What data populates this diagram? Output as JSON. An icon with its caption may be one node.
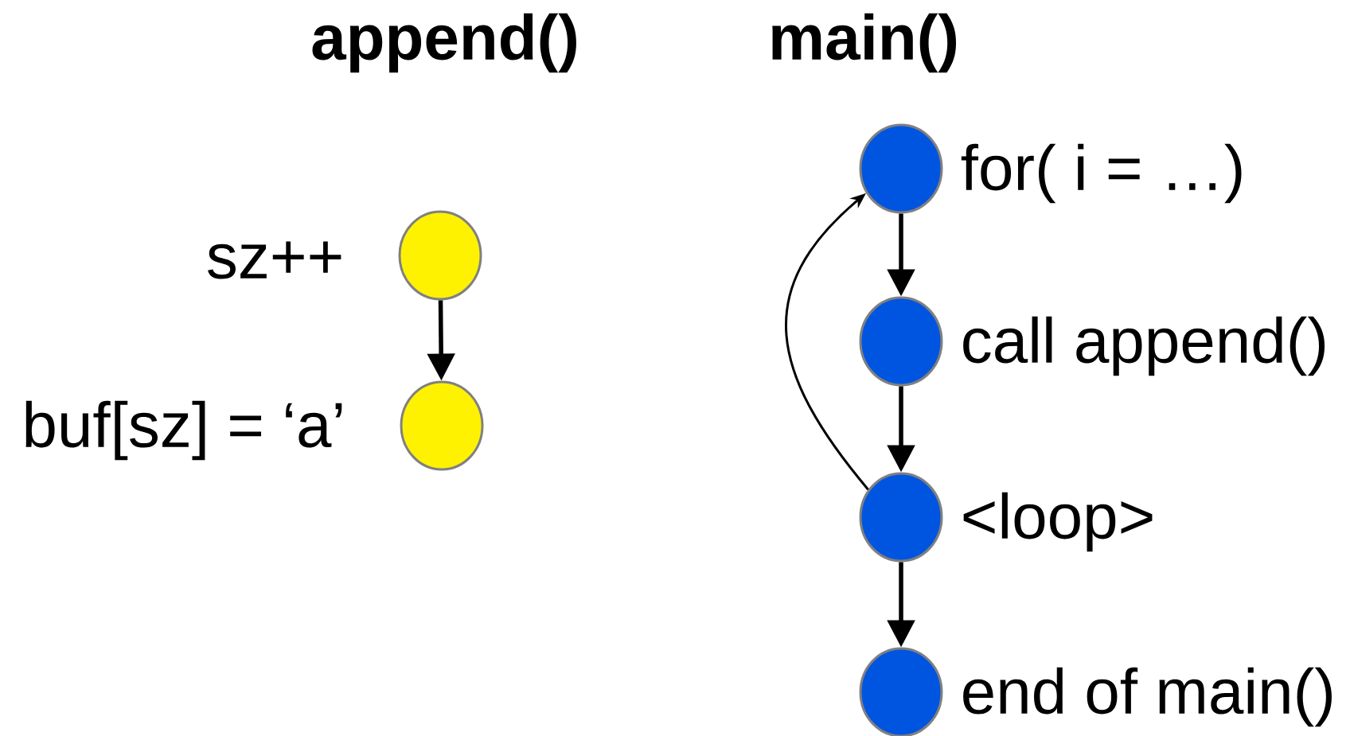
{
  "diagram": {
    "nodes": [
      {
        "text": [],
        "shape": "circle",
        "beside": [
          "sz++"
        ]
      },
      {
        "text": [],
        "shape": "circle",
        "beside": [
          "buf[sz] = ‘a’"
        ]
      },
      {
        "text": [],
        "shape": "circle",
        "beside": [
          "for( i = …)"
        ]
      },
      {
        "text": [],
        "shape": "circle",
        "beside": [
          "call append()"
        ]
      },
      {
        "text": [],
        "shape": "circle",
        "beside": [
          "<loop>"
        ]
      },
      {
        "text": [],
        "shape": "circle",
        "beside": [
          "end of main()"
        ]
      }
    ],
    "edges": [
      {
        "from": 0,
        "to": 1,
        "arrow": "to"
      },
      {
        "from": 2,
        "to": 3,
        "arrow": "to"
      },
      {
        "from": 3,
        "to": 4,
        "arrow": "to"
      },
      {
        "from": 4,
        "to": 2,
        "arrow": "to"
      },
      {
        "from": 4,
        "to": 5,
        "arrow": "to"
      }
    ],
    "labels": [
      "append()",
      "main()"
    ]
  }
}
